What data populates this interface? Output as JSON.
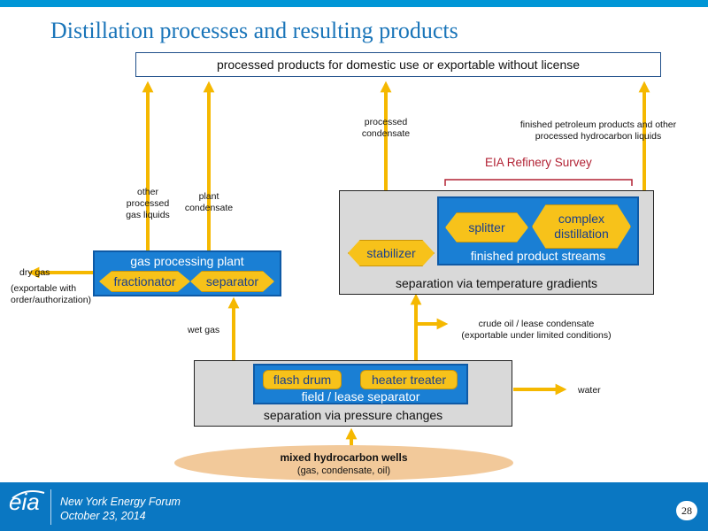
{
  "title": "Distillation processes and resulting products",
  "top_box": "processed products for domestic use or exportable without license",
  "labels": {
    "other_processed": [
      "other",
      "processed",
      "gas liquids"
    ],
    "plant_condensate": [
      "plant",
      "condensate"
    ],
    "processed_condensate": [
      "processed",
      "condensate"
    ],
    "finished_petroleum": [
      "finished petroleum products and other",
      "processed hydrocarbon liquids"
    ],
    "dry_gas": "dry gas",
    "dry_gas_note": [
      "(exportable with",
      "order/authorization)"
    ],
    "wet_gas": "wet gas",
    "crude_oil": [
      "crude oil / lease condensate",
      "(exportable under limited conditions)"
    ],
    "water": "water"
  },
  "eia_refinery_survey": "EIA Refinery Survey",
  "gas_plant": {
    "caption": "gas processing plant",
    "fractionator": "fractionator",
    "separator": "separator"
  },
  "temperature": {
    "caption": "separation via temperature gradients",
    "stabilizer": "stabilizer",
    "finished_caption": "finished product streams",
    "splitter": "splitter",
    "complex": [
      "complex",
      "distillation"
    ]
  },
  "pressure": {
    "caption": "separation via pressure changes",
    "field_caption": "field / lease separator",
    "flash_drum": "flash drum",
    "heater_treater": "heater treater"
  },
  "wells": {
    "title": "mixed hydrocarbon wells",
    "sub": "(gas, condensate, oil)"
  },
  "footer": {
    "logo": "eia",
    "line1": "New York Energy Forum",
    "line2": "October 23, 2014",
    "page": "28"
  },
  "colors": {
    "arrow": "#f5b800",
    "title": "#1a75b9",
    "blue_box": "#1a7fd4",
    "gray_box": "#d9d9d9",
    "yellow_item": "#f7c21a",
    "survey": "#b22234",
    "footer": "#0a77c2",
    "wells": "#f2c99a"
  }
}
